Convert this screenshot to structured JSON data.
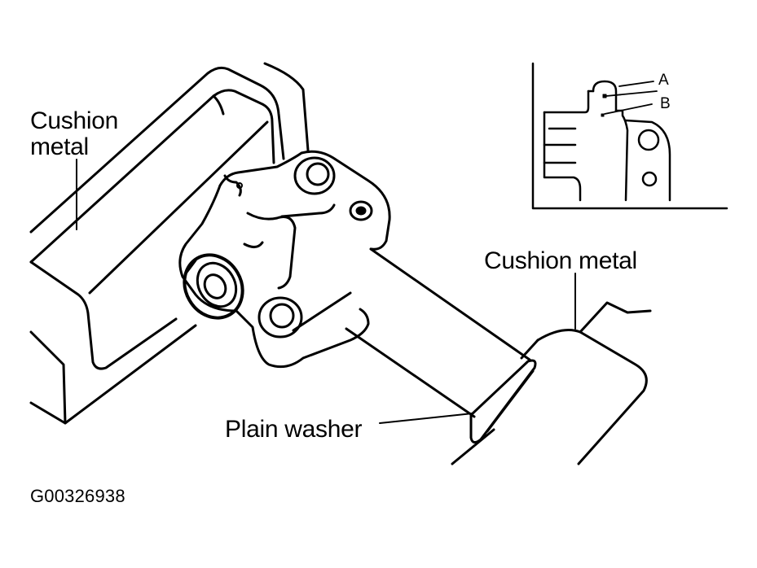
{
  "labels": {
    "cushion_metal_left_line1": "Cushion",
    "cushion_metal_left_line2": "metal",
    "cushion_metal_right": "Cushion metal",
    "plain_washer": "Plain washer",
    "inset_a": "A",
    "inset_b": "B",
    "figure_id": "G00326938"
  },
  "colors": {
    "ink": "#000000",
    "paper": "#ffffff"
  }
}
